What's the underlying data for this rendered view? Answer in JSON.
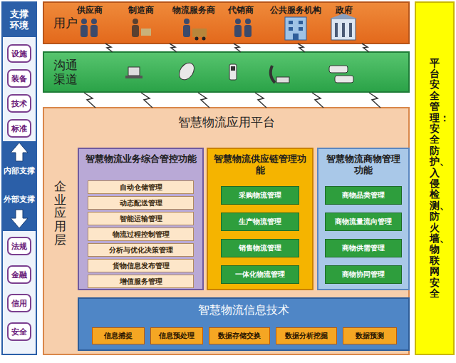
{
  "diagram": {
    "nodes": [
      {
        "text": [
          "支撑环境"
        ]
      },
      {
        "text": [
          "设施"
        ],
        "in": 0
      },
      {
        "text": [
          "装备"
        ],
        "in": 0
      },
      {
        "text": [
          "技术"
        ],
        "in": 0
      },
      {
        "text": [
          "标准"
        ],
        "in": 0
      },
      {
        "text": [
          "法规"
        ],
        "in": 0
      },
      {
        "text": [
          "金融"
        ],
        "in": 0
      },
      {
        "text": [
          "信用"
        ],
        "in": 0
      },
      {
        "text": [
          "安全"
        ],
        "in": 0
      },
      {
        "text": [
          "平台安全管理：安全防护、入侵检测、防火墙、物联网安全"
        ]
      },
      {
        "text": [
          "用户"
        ]
      },
      {
        "text": [
          "沟通渠道"
        ]
      },
      {
        "text": [
          "智慧物流应用平台",
          "企业应用层"
        ]
      },
      {
        "text": [
          "智慧物流业务综合管控功能"
        ],
        "in": 12
      },
      {
        "text": [
          "自动仓储管理"
        ],
        "in": 13
      },
      {
        "text": [
          "动态配送管理"
        ],
        "in": 13
      },
      {
        "text": [
          "智能运输管理"
        ],
        "in": 13
      },
      {
        "text": [
          "物流过程控制管理"
        ],
        "in": 13
      },
      {
        "text": [
          "分析与优化决策管理"
        ],
        "in": 13
      },
      {
        "text": [
          "货物信息发布管理"
        ],
        "in": 13
      },
      {
        "text": [
          "增值服务管理"
        ],
        "in": 13
      },
      {
        "text": [
          "智慧物流供应链管理功能"
        ],
        "in": 12
      },
      {
        "text": [
          "采购物流管理"
        ],
        "in": 21
      },
      {
        "text": [
          "生产物流管理"
        ],
        "in": 21
      },
      {
        "text": [
          "销售物流管理"
        ],
        "in": 21
      },
      {
        "text": [
          "一体化物流管理"
        ],
        "in": 21
      },
      {
        "text": [
          "智慧物流商物管理功能"
        ],
        "in": 12
      },
      {
        "text": [
          "商物品类管理"
        ],
        "in": 26
      },
      {
        "text": [
          "商物流量流向管理"
        ],
        "in": 26
      },
      {
        "text": [
          "商物供需管理"
        ],
        "in": 26
      },
      {
        "text": [
          "商物协同管理"
        ],
        "in": 26
      },
      {
        "text": [
          "智慧物流信息技术"
        ],
        "in": 12
      },
      {
        "text": [
          "信息捕捉"
        ],
        "in": 31
      },
      {
        "text": [
          "信息预处理"
        ],
        "in": 31
      },
      {
        "text": [
          "数据存储交换"
        ],
        "in": 31
      },
      {
        "text": [
          "数据分析挖掘"
        ],
        "in": 31
      },
      {
        "text": [
          "数据预测"
        ],
        "in": 31
      }
    ],
    "labels": [
      "内部支撑",
      "外部支撑",
      "供应商",
      "制造商",
      "物流服务商",
      "代销商",
      "公共服务机构",
      "政府"
    ]
  }
}
